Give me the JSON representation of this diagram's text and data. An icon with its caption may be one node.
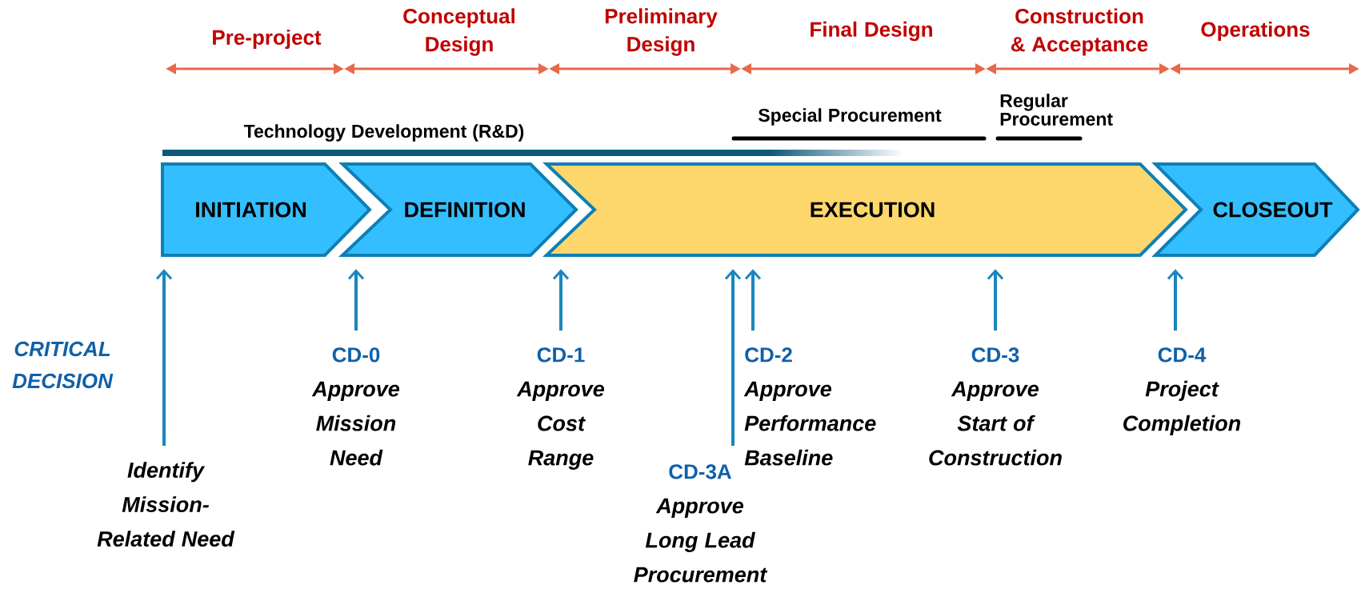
{
  "diagram": {
    "nodes": [
      {
        "text": [
          "INITIATION"
        ]
      },
      {
        "text": [
          "DEFINITION"
        ]
      },
      {
        "text": [
          "EXECUTION"
        ]
      },
      {
        "text": [
          "CLOSEOUT"
        ]
      },
      {
        "text": [
          "Identify Mission-Related Need"
        ]
      },
      {
        "text": [
          "CD-0",
          "Approve Mission Need"
        ]
      },
      {
        "text": [
          "CD-1",
          "Approve Cost Range"
        ]
      },
      {
        "text": [
          "CD-3A",
          "Approve Long Lead Procurement"
        ]
      },
      {
        "text": [
          "CD-2",
          "Approve Performance Baseline"
        ]
      },
      {
        "text": [
          "CD-3",
          "Approve Start of Construction"
        ]
      },
      {
        "text": [
          "CD-4",
          "Project Completion"
        ]
      }
    ],
    "edges": [
      {
        "from": 4,
        "to": 0,
        "arrow": "to"
      },
      {
        "from": 5,
        "to": 1,
        "arrow": "to"
      },
      {
        "from": 6,
        "to": 2,
        "arrow": "to"
      },
      {
        "from": 7,
        "to": 2,
        "arrow": "to"
      },
      {
        "from": 8,
        "to": 2,
        "arrow": "to"
      },
      {
        "from": 9,
        "to": 2,
        "arrow": "to"
      },
      {
        "from": 10,
        "to": 3,
        "arrow": "to"
      }
    ],
    "labels": [
      "Pre-project",
      "Conceptual Design",
      "Preliminary Design",
      "Final Design",
      "Construction & Acceptance",
      "Operations",
      "Technology Development (R&D)",
      "Special Procurement",
      "Regular Procurement",
      "CRITICAL DECISION"
    ]
  }
}
